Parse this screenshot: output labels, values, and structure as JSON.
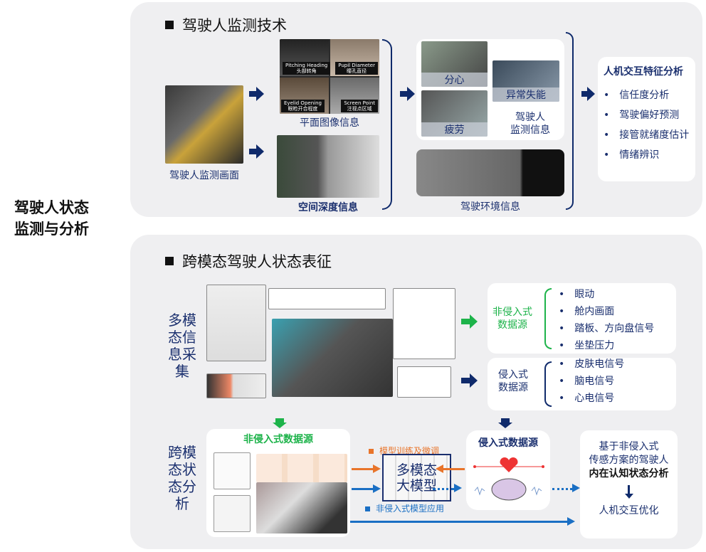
{
  "main_title": [
    "驾驶人状态",
    "监测与分析"
  ],
  "top": {
    "title": "驾驶人监测技术",
    "driver_caption": "驾驶人监测画面",
    "plane_caption": "平面图像信息",
    "plane_labels": [
      {
        "en": "Pitching Heading",
        "zh": "头部转角"
      },
      {
        "en": "Pupil Diameter",
        "zh": "瞳孔直径"
      },
      {
        "en": "Eyelid Opening",
        "zh": "眼睑开合程度"
      },
      {
        "en": "Screen Point",
        "zh": "注视点区域"
      }
    ],
    "depth_caption": "空间深度信息",
    "monitor_states": [
      "分心",
      "疲劳",
      "异常失能"
    ],
    "monitor_caption": [
      "驾驶人",
      "监测信息"
    ],
    "env_caption": "驾驶环境信息",
    "analysis": {
      "title": "人机交互特征分析",
      "items": [
        "信任度分析",
        "驾驶偏好预测",
        "接管就绪度估计",
        "情绪辨识"
      ]
    }
  },
  "bottom": {
    "title": "跨模态驾驶人状态表征",
    "collect_label": [
      "多模",
      "态信",
      "息采",
      "集"
    ],
    "noninvasive": {
      "label": [
        "非侵入式",
        "数据源"
      ],
      "items": [
        "眼动",
        "舱内画面",
        "踏板、方向盘信号",
        "坐垫压力"
      ]
    },
    "invasive": {
      "label": [
        "侵入式",
        "数据源"
      ],
      "items": [
        "皮肤电信号",
        "脑电信号",
        "心电信号"
      ]
    },
    "analysis_label": [
      "跨模",
      "态状",
      "态分",
      "析"
    ],
    "noninvasive_box_title": "非侵入式数据源",
    "invasive_box_title": "侵入式数据源",
    "train_label": "模型训练及微调",
    "apply_label": "非侵入式模型应用",
    "model": [
      "多模态",
      "大模型"
    ],
    "result": {
      "lines": [
        "基于非侵入式",
        "传感方案的驾驶人"
      ],
      "bold": "内在认知状态分析",
      "final": "人机交互优化"
    }
  },
  "colors": {
    "navy": "#0f2a6b",
    "green": "#1db34a",
    "orange": "#e8742a",
    "blue": "#1a6fc4",
    "panel": "#efeff1"
  }
}
